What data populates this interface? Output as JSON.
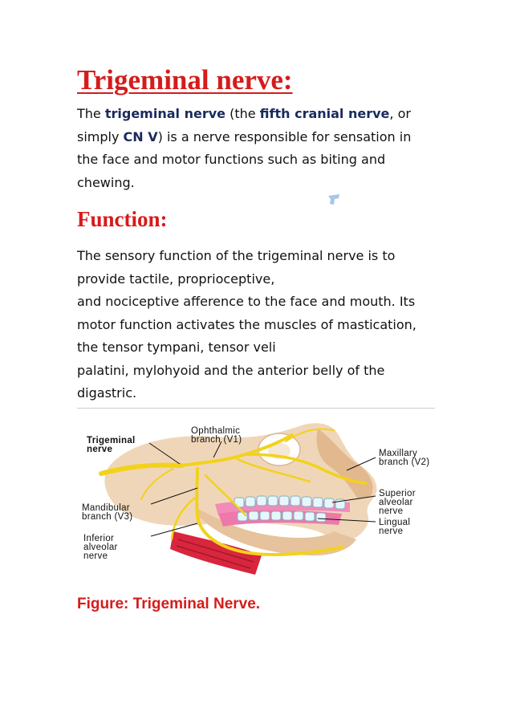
{
  "heading": "Trigeminal nerve:",
  "intro": {
    "l1": {
      "a": "The ",
      "b1": "trigeminal nerve",
      "c": " (the ",
      "b2": "fifth cranial nerve",
      "d": ", or"
    },
    "l2": {
      "a": "simply ",
      "b": "CN V",
      "c": ") is a nerve responsible for sensation in"
    },
    "l3": "the face and motor functions such as biting and",
    "l4": "chewing."
  },
  "function_heading": "Function:",
  "function_lines": [
    "The sensory function of the trigeminal nerve is to",
    "provide tactile, proprioceptive,",
    "and nociceptive afference to the face and mouth. Its",
    "motor function activates the muscles of mastication,",
    "the tensor tympani, tensor veli",
    "palatini, mylohyoid and the anterior belly of the",
    "digastric."
  ],
  "figure_labels": {
    "trigeminal": "Trigeminal\nnerve",
    "ophthalmic": "Ophthalmic\nbranch (V1)",
    "maxillary": "Maxillary\nbranch (V2)",
    "superior_alveolar": "Superior\nalveolar\nnerve",
    "lingual": "Lingual\nnerve",
    "mandibular": "Mandibular\nbranch (V3)",
    "inferior_alveolar": "Inferior\nalveolar\nnerve"
  },
  "caption": "Figure: Trigeminal Nerve.",
  "colors": {
    "heading": "#d61b1b",
    "bold_text": "#1a2a5c",
    "nerve": "#f2d21b",
    "bone": "#e9c9a4"
  }
}
